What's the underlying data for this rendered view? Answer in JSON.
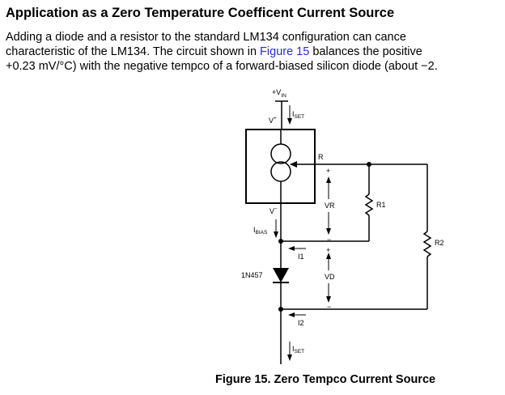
{
  "heading": "Application as a Zero Temperature Coefficent Current Source",
  "paragraph": {
    "line1": "Adding a diode and a resistor to the standard LM134 configuration can cance",
    "line2_before": "characteristic of the LM134. The circuit shown in ",
    "line2_link": "Figure 15",
    "line2_after": " balances the positive",
    "line3": "+0.23 mV/°C) with the negative tempco of a forward-biased silicon diode (about −2."
  },
  "circuit": {
    "vin_plus": "+V",
    "vin_sub": "IN",
    "iset_top": "I",
    "iset_top_sub": "SET",
    "v_plus": "V",
    "v_plus_sup": "+",
    "r_pin": "R",
    "v_minus": "V",
    "v_minus_sup": "−",
    "ibias": "I",
    "ibias_sub": "BIAS",
    "vr": "VR",
    "r1": "R1",
    "r2": "R2",
    "i1": "I1",
    "diode": "1N457",
    "vd": "VD",
    "i2": "I2",
    "iset_bottom": "I",
    "iset_bottom_sub": "SET",
    "plus_sign": "+",
    "minus_sign": "−"
  },
  "caption": "Figure 15.  Zero Tempco Current Source"
}
